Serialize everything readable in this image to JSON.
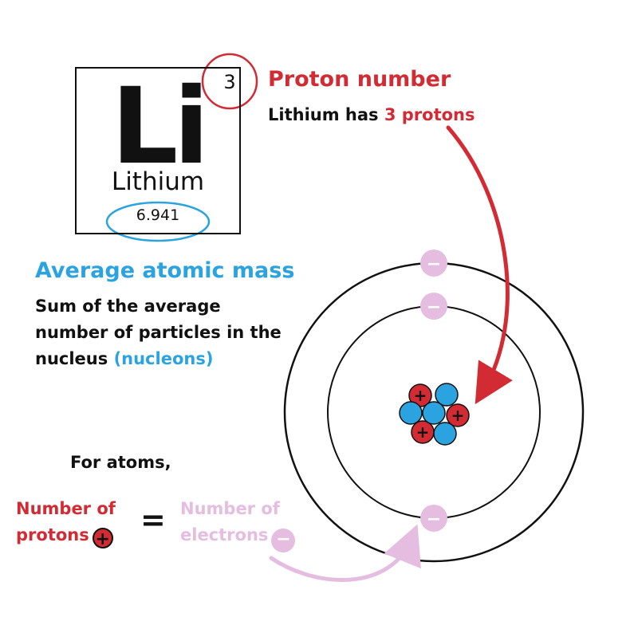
{
  "element": {
    "symbol": "Li",
    "name": "Lithium",
    "atomic_number": "3",
    "atomic_mass": "6.941"
  },
  "proton_label": {
    "title": "Proton number",
    "desc_prefix": "Lithium has ",
    "desc_highlight": "3 protons"
  },
  "mass_label": {
    "title": "Average atomic mass",
    "desc_line1": "Sum of the average",
    "desc_line2": "number of particles in the",
    "desc_prefix": "nucleus ",
    "desc_highlight": "(nucleons)"
  },
  "equation": {
    "intro": "For atoms,",
    "left_line1": "Number of",
    "left_line2": "protons",
    "equals": "=",
    "right_line1": "Number of",
    "right_line2": "electrons",
    "proton_sign": "+",
    "electron_sign": "−"
  },
  "diagram": {
    "electron_sign": "−",
    "proton_sign": "+"
  },
  "colors": {
    "proton": "#d22b34",
    "neutron": "#2ba3e0",
    "electron": "#e4bde0",
    "mass_highlight": "#2ba3e0",
    "ink": "#111111"
  }
}
